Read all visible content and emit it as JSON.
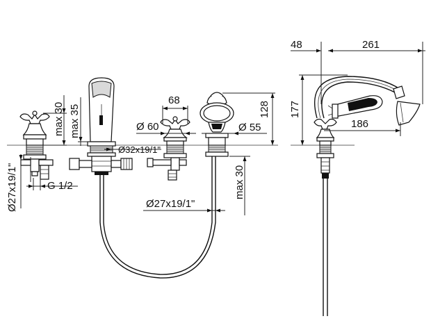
{
  "labels": {
    "max30_left": "max 30",
    "max35": "max 35",
    "thread_27_left": "Ø27x19/1\"",
    "g12": "G 1/2",
    "d32": "Ø32x19/1\"",
    "d60": "Ø 60",
    "w68": "68",
    "d55": "Ø 55",
    "h128": "128",
    "thread_27_bottom": "Ø27x19/1\"",
    "max30_right": "max 30",
    "w48": "48",
    "w261": "261",
    "h177": "177",
    "w186": "186"
  }
}
